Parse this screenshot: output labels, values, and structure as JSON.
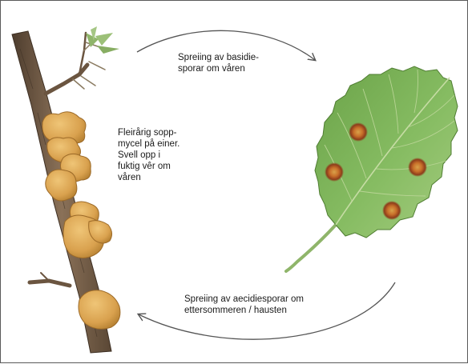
{
  "labels": {
    "mycel": [
      "Fleirårig sopp-",
      "mycel på einer.",
      "Svell opp i",
      "fuktig vêr om",
      "våren"
    ],
    "spring_spread": [
      "Spreiing av basidie-",
      "sporar om våren"
    ],
    "autumn_spread": [
      "Spreiing av aecidiesporar om",
      "ettersommeren / hausten"
    ]
  },
  "colors": {
    "branch": "#6b5540",
    "fungus": "#d9a14e",
    "leaf": "#7fb45a",
    "leaf_spot": "#c8702a",
    "arrow": "#555555"
  }
}
